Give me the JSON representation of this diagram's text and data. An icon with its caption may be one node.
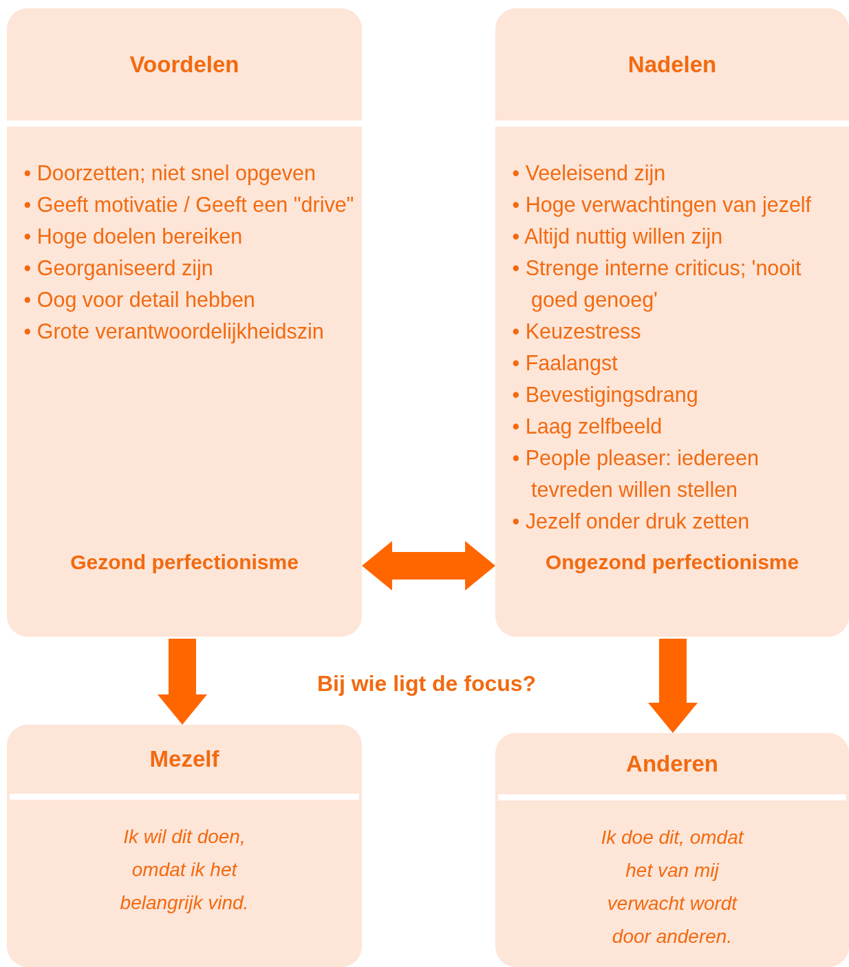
{
  "diagram": {
    "nodes": [
      {
        "text": [
          "Voordelen",
          "• Doorzetten; niet snel opgeven",
          "• Geeft motivatie / Geeft een \"drive\"",
          "• Hoge doelen bereiken",
          "• Georganiseerd zijn",
          "• Oog voor detail hebben",
          "• Grote verantwoordelijkheidszin",
          "Gezond perfectionisme"
        ]
      },
      {
        "text": [
          "Nadelen",
          "• Veeleisend zijn",
          "• Hoge verwachtingen van jezelf",
          "• Altijd nuttig willen zijn",
          "• Strenge interne criticus; 'nooit goed genoeg'",
          "• Keuzestress",
          "• Faalangst",
          "• Bevestigingsdrang",
          "• Laag zelfbeeld",
          "• People pleaser: iedereen tevreden willen stellen",
          "• Jezelf onder druk zetten",
          "Ongezond perfectionisme"
        ]
      },
      {
        "text": [
          "Mezelf",
          "Ik wil dit doen, omdat ik het belangrijk vind."
        ]
      },
      {
        "text": [
          "Anderen",
          "Ik doe dit, omdat het van mij verwacht wordt door anderen."
        ]
      }
    ],
    "edges": [
      {
        "from": 0,
        "to": 1,
        "arrow": "both"
      },
      {
        "from": 0,
        "to": 2,
        "arrow": "to"
      },
      {
        "from": 1,
        "to": 3,
        "arrow": "to"
      }
    ],
    "labels": [
      "Bij wie ligt de focus?"
    ]
  }
}
